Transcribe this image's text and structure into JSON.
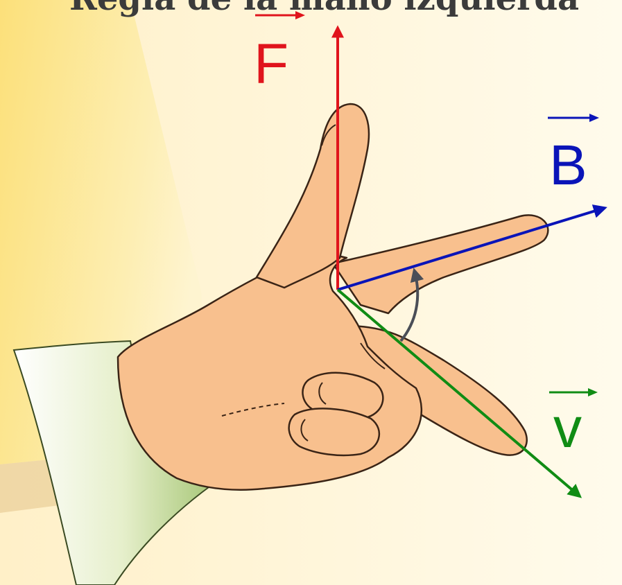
{
  "title": "Regla de la mano izquierda",
  "vectors": {
    "force": {
      "label": "F",
      "color": "#E0141C"
    },
    "field": {
      "label": "B",
      "color": "#0A14B8"
    },
    "velocity": {
      "label": "v",
      "color": "#108C14"
    }
  },
  "angle_arrow_color": "#4A4E57",
  "colors": {
    "background": "#FFF6DF",
    "panel_yellow": "#FCE99A",
    "skin": "#F8C08E",
    "skin_outline": "#3A2416",
    "sleeve": "#CFE1A6"
  }
}
